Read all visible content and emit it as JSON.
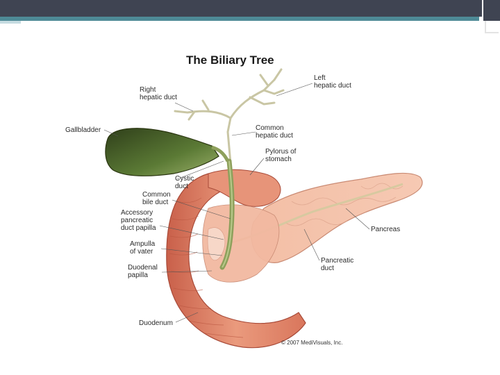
{
  "slide": {
    "title": "The Biliary Tree",
    "copyright": "© 2007 MediVisuals, Inc."
  },
  "labels": {
    "right_hepatic_duct": "Right\nhepatic duct",
    "left_hepatic_duct": "Left\nhepatic duct",
    "gallbladder": "Gallbladder",
    "common_hepatic_duct": "Common\nhepatic duct",
    "pylorus": "Pylorus of\nstomach",
    "cystic_duct": "Cystic\nduct",
    "common_bile_duct": "Common\nbile duct",
    "accessory_papilla": "Accessory\npancreatic\nduct papilla",
    "pancreas": "Pancreas",
    "ampulla": "Ampulla\nof vater",
    "pancreatic_duct": "Pancreatic\nduct",
    "duodenal_papilla": "Duodenal\npapilla",
    "duodenum": "Duodenum"
  },
  "colors": {
    "header_bar": "#3f4452",
    "accent_line": "#4e8a96",
    "gallbladder": "#4f6b2e",
    "duct": "#8ea05c",
    "duodenum": "#e28a6d",
    "pancreas": "#f0b39a"
  }
}
